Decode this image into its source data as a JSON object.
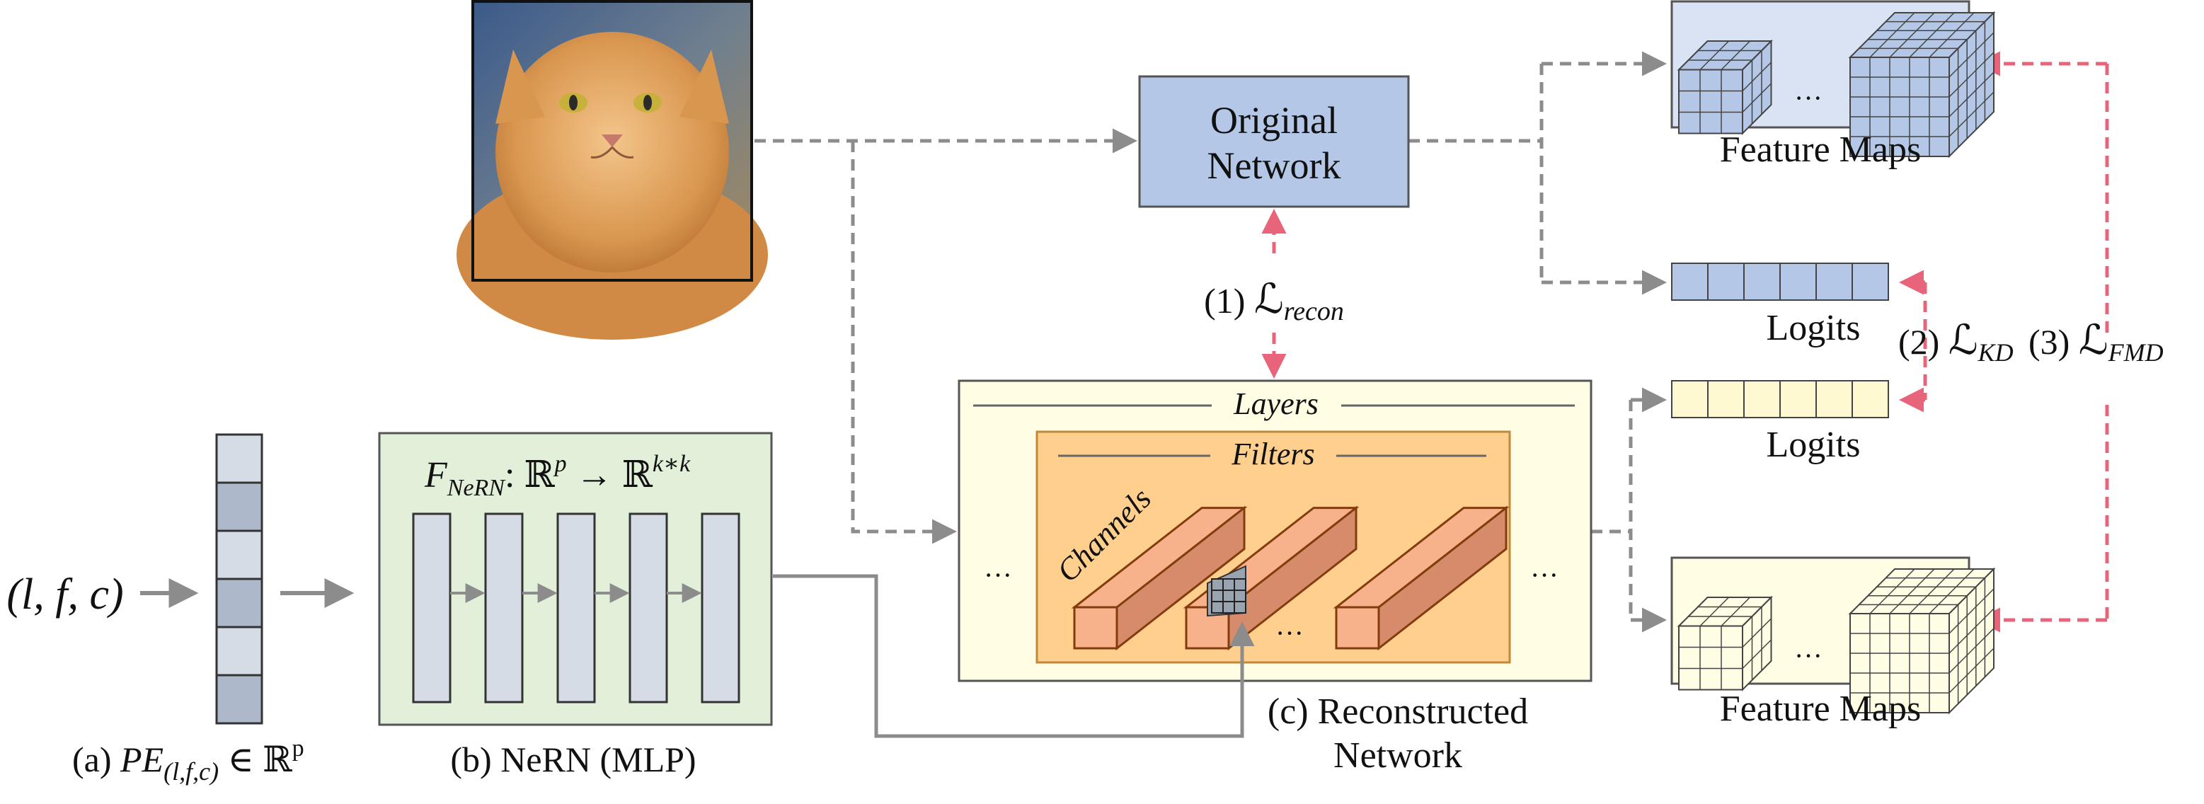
{
  "labels": {
    "original_network_line1": "Original",
    "original_network_line2": "Network",
    "feature_maps_top": "Feature Maps",
    "feature_maps_bottom": "Feature Maps",
    "logits_top": "Logits",
    "logits_bottom": "Logits",
    "layers": "Layers",
    "filters": "Filters",
    "channels": "Channels",
    "ellipsis": "...",
    "nern_function": "F_NeRN : ℝ^p → ℝ^(k*k)",
    "input_tuple": "(l, f, c)",
    "caption_a": "(a) PE_(l,f,c) ∈ ℝ^p",
    "caption_b": "(b) NeRN (MLP)",
    "caption_c_line1": "(c) Reconstructed",
    "caption_c_line2": "Network",
    "loss_recon": "(1) ℒ_recon",
    "loss_kd": "(2) ℒ_KD",
    "loss_fmd": "(3) ℒ_FMD"
  },
  "text_parts": {
    "nern_F": "F",
    "nern_sub": "NeRN",
    "nern_colon": ": ℝ",
    "nern_p": "p",
    "nern_arrow": " → ℝ",
    "nern_kk": "k∗k",
    "a_prefix": "(a) ",
    "a_PE": "PE",
    "a_sub": "(l,f,c)",
    "a_in": " ∈ ℝ",
    "a_p": "p",
    "loss1_prefix": "(1) ",
    "loss1_sub": "recon",
    "loss2_prefix": "(2) ",
    "loss2_sub": "KD",
    "loss3_prefix": "(3) ",
    "loss3_sub": "FMD",
    "script_L": "ℒ",
    "ellipsis": "···"
  },
  "colors": {
    "original_network_fill": "#b4c7e7",
    "feature_top_bg": "#dae3f3",
    "cube_top": "#b4c7e7",
    "logit_top": "#b4c7e7",
    "logit_bottom": "#fff9d1",
    "reconstructed_bg": "#fffde3",
    "filters_bg": "#ffcf8e",
    "filter_front": "#f7b28b",
    "filter_side": "#d68c6b",
    "filter_stroke": "#843c0c",
    "mlp_bg": "#e2f0d9",
    "mlp_layer": "#d6dce5",
    "pe_light": "#d6dce5",
    "pe_dark": "#adb9ca",
    "cube_bottom": "#fffde3",
    "dashed_gray": "#8c8c8c",
    "dashed_red": "#e8647a"
  }
}
